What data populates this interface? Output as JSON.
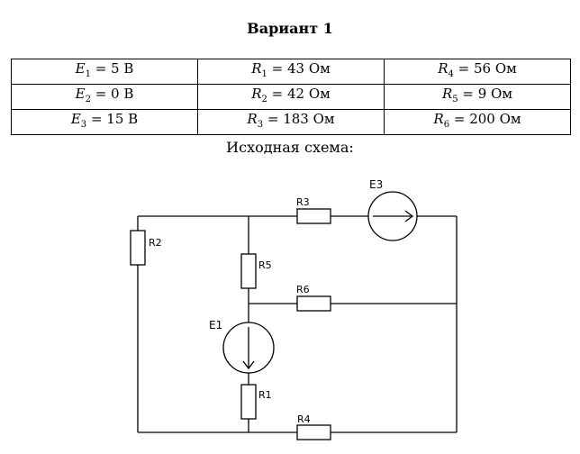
{
  "title": "Вариант 1",
  "table": {
    "rows": [
      [
        {
          "sym": "E",
          "sub": "1",
          "val": " = 5 В"
        },
        {
          "sym": "R",
          "sub": "1",
          "val": " = 43 Ом"
        },
        {
          "sym": "R",
          "sub": "4",
          "val": " = 56 Ом"
        }
      ],
      [
        {
          "sym": "E",
          "sub": "2",
          "val": " = 0 В"
        },
        {
          "sym": "R",
          "sub": "2",
          "val": " = 42 Ом"
        },
        {
          "sym": "R",
          "sub": "5",
          "val": " = 9 Ом"
        }
      ],
      [
        {
          "sym": "E",
          "sub": "3",
          "val": " = 15 В"
        },
        {
          "sym": "R",
          "sub": "3",
          "val": " = 183 Ом"
        },
        {
          "sym": "R",
          "sub": "6",
          "val": " = 200 Ом"
        }
      ]
    ]
  },
  "subtitle": "Исходная схема:",
  "circuit": {
    "labels": {
      "R1": "R1",
      "R2": "R2",
      "R3": "R3",
      "R4": "R4",
      "R5": "R5",
      "R6": "R6",
      "E1": "E1",
      "E3": "E3"
    }
  }
}
